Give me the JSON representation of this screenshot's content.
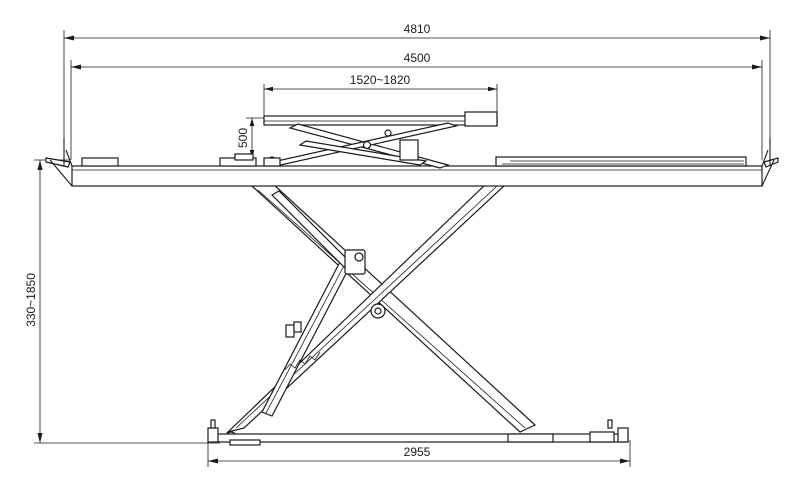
{
  "dimensions": {
    "overall_length": "4810",
    "platform_length": "4500",
    "aux_platform_length": "1520~1820",
    "aux_lift_height": "500",
    "lift_height_range": "330~1850",
    "base_length": "2955"
  },
  "colors": {
    "line": "#1a1a1a",
    "background": "#ffffff"
  }
}
